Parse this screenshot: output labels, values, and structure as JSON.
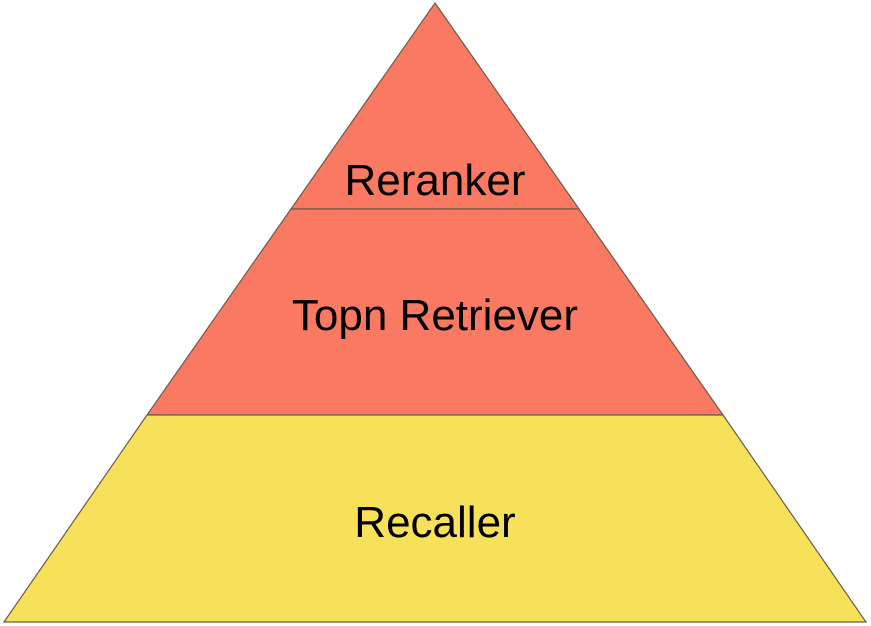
{
  "diagram": {
    "tiers": [
      {
        "label": "Reranker",
        "fill": "#f97963"
      },
      {
        "label": "Topn Retriever",
        "fill": "#f97963"
      },
      {
        "label": "Recaller",
        "fill": "#f7e05a"
      }
    ],
    "stroke": "#6b5a4a"
  }
}
